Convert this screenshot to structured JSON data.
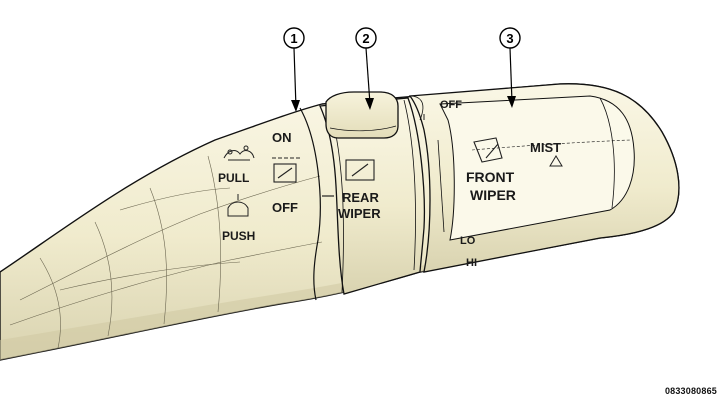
{
  "callouts": [
    {
      "number": "1"
    },
    {
      "number": "2"
    },
    {
      "number": "3"
    }
  ],
  "ring1": {
    "pull_label": "PULL",
    "push_label": "PUSH",
    "on_label": "ON",
    "off_label": "OFF",
    "icons": [
      "washer-spray-icon",
      "washer-icon",
      "headlamp-washer-icon"
    ]
  },
  "ring2": {
    "rear_label": "REAR",
    "wiper_label": "WIPER",
    "icon": "rear-wiper-icon"
  },
  "ring3": {
    "off_label": "OFF",
    "front_label": "FRONT",
    "wiper_label": "WIPER",
    "mist_label": "MIST",
    "lo_label": "LO",
    "hi_label": "HI",
    "icon": "front-wiper-icon"
  },
  "figure_id": "0833080865",
  "colors": {
    "body_fill": "#f3efd4",
    "outline": "#111111"
  }
}
